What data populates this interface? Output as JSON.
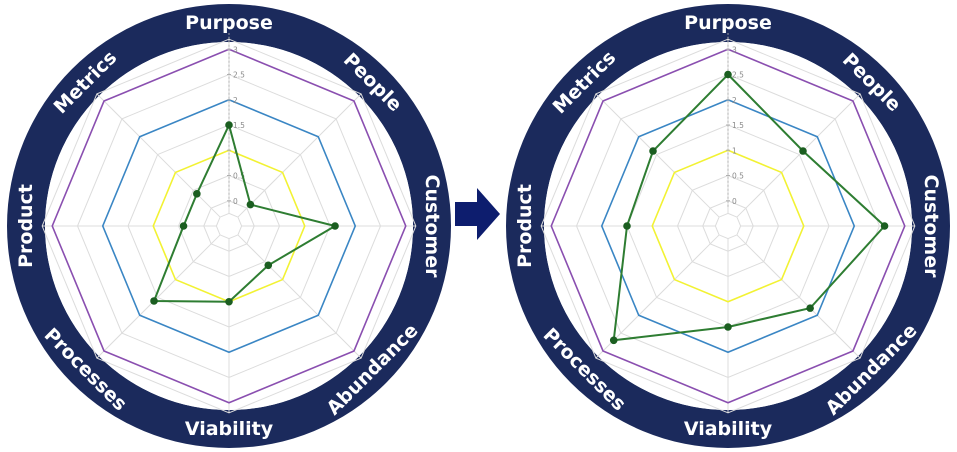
{
  "colors": {
    "ring": "#1b2a5c",
    "arrow": "#0d1d6e",
    "grid": "#dcdcdc",
    "axis": "#b0b0b0",
    "level1": "#f2f233",
    "level2": "#3a86c4",
    "level3": "#8a4fb0",
    "series": "#2e7d32",
    "point": "#1b5e20"
  },
  "labels": [
    "Purpose",
    "People",
    "Customer",
    "Abundance",
    "Viability",
    "Processes",
    "Product",
    "Metrics"
  ],
  "arrow_icon": "right-arrow-icon",
  "chart_data": [
    {
      "type": "radar",
      "categories": [
        "Purpose",
        "People",
        "Customer",
        "Abundance",
        "Viability",
        "Processes",
        "Product",
        "Metrics"
      ],
      "ticks": [
        "0",
        "0.5",
        "1",
        "1.5",
        "2",
        "2.5",
        "3"
      ],
      "rlim": [
        -0.5,
        3.4
      ],
      "reference_levels": [
        1,
        2,
        3
      ],
      "series": [
        {
          "values": [
            1.5,
            0.1,
            1.6,
            0.6,
            1.0,
            1.6,
            0.4,
            0.4
          ]
        }
      ]
    },
    {
      "type": "radar",
      "categories": [
        "Purpose",
        "People",
        "Customer",
        "Abundance",
        "Viability",
        "Processes",
        "Product",
        "Metrics"
      ],
      "ticks": [
        "0",
        "0.5",
        "1",
        "1.5",
        "2",
        "2.5",
        "3"
      ],
      "rlim": [
        -0.5,
        3.4
      ],
      "reference_levels": [
        1,
        2,
        3
      ],
      "series": [
        {
          "values": [
            2.5,
            1.6,
            2.6,
            1.8,
            1.5,
            2.7,
            1.5,
            1.6
          ]
        }
      ]
    }
  ]
}
